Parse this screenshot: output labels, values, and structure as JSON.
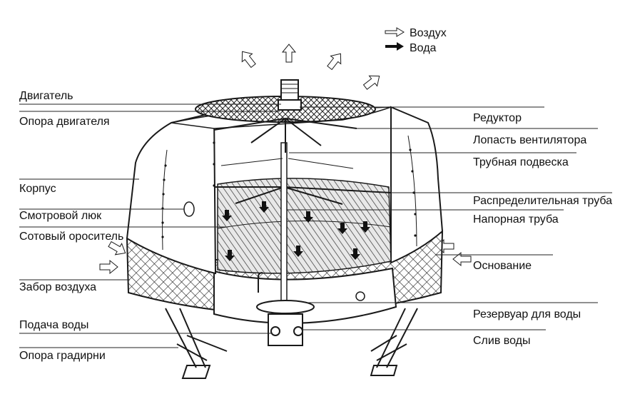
{
  "legend": {
    "air": "Воздух",
    "water": "Вода"
  },
  "labels_left": [
    "Двигатель",
    "Опора двигателя",
    "Корпус",
    "Смотровой люк",
    "Сотовый ороситель",
    "Забор воздуха",
    "Подача воды",
    "Опора градирни"
  ],
  "labels_right": [
    "Редуктор",
    "Лопасть вентилятора",
    "Трубная подвеска",
    "Распределительная труба",
    "Напорная труба",
    "Основание",
    "Резервуар для воды",
    "Слив воды"
  ]
}
